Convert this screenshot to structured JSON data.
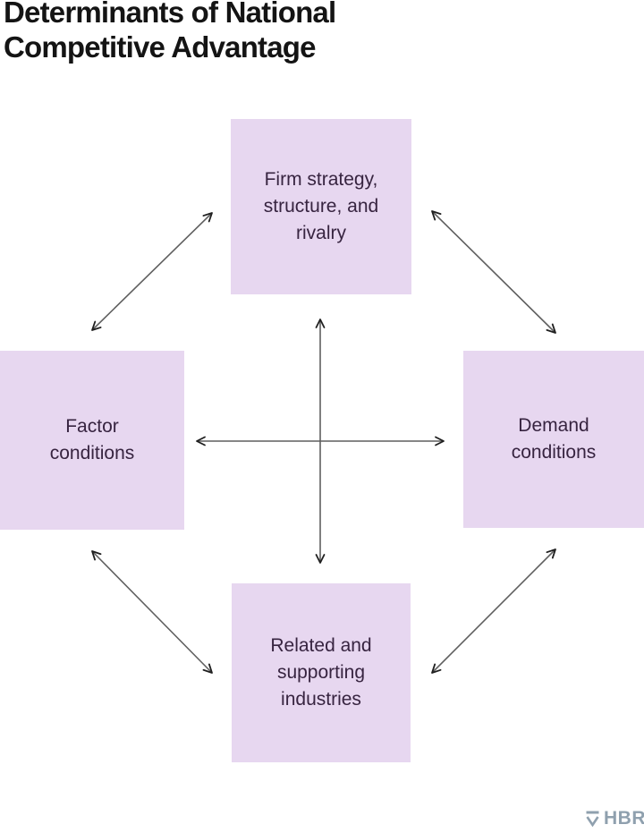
{
  "title": "Determinants of National\nCompetitive Advantage",
  "diagram": {
    "nodes": {
      "top": {
        "label": "Firm strategy,\nstructure, and\nrivalry"
      },
      "left": {
        "label": "Factor\nconditions"
      },
      "right": {
        "label": "Demand\nconditions"
      },
      "bottom": {
        "label": "Related and\nsupporting\nindustries"
      }
    },
    "connectors": [
      "top-left",
      "top-right",
      "bottom-left",
      "bottom-right",
      "vertical-center",
      "horizontal-center"
    ],
    "arrow_style": "double-headed",
    "box_color": "#e7d7f0",
    "box_text_color": "#372440",
    "arrow_color": "#5f5f5f",
    "arrowhead_color": "#1f1f1f"
  },
  "footer": {
    "logo_text": "HBR",
    "logo_icon": "hbr-shield",
    "logo_color": "#8fa0ae"
  }
}
